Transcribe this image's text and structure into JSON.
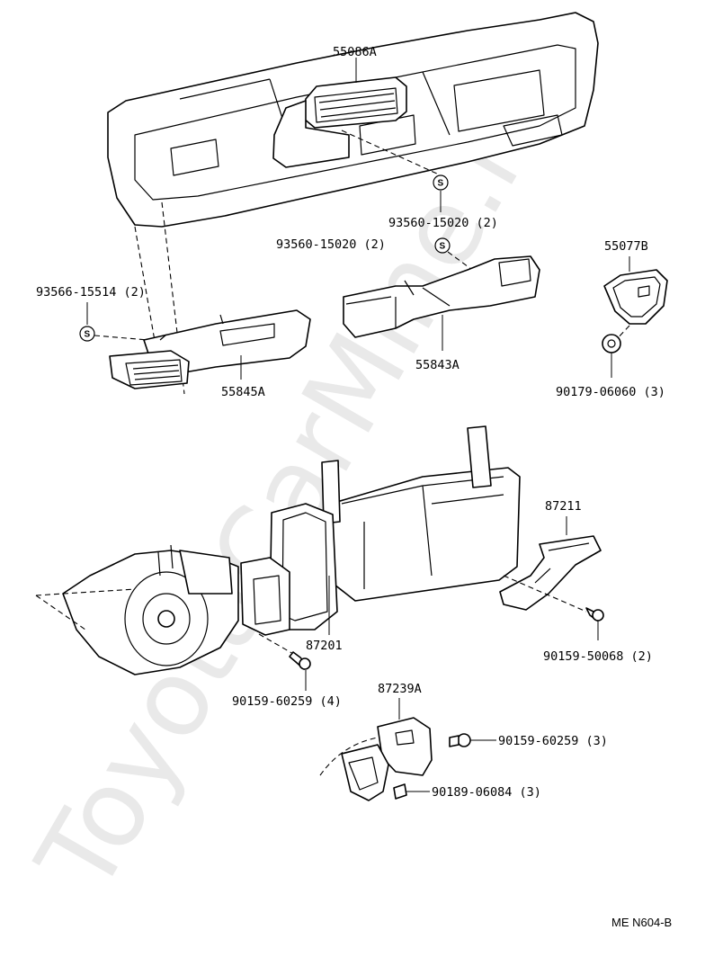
{
  "watermark": "ToyotaCarMine.ru",
  "part_labels": {
    "dash_vent_center": "55086A",
    "clip_upper": "93560-15020 (2)",
    "clip_lower": "93560-15020 (2)",
    "clip_left": "93566-15514 (2)",
    "left_duct": "55845A",
    "center_duct": "55843A",
    "side_vent": "55077B",
    "side_vent_nut": "90179-06060 (3)",
    "right_duct": "87211",
    "right_screw": "90159-50068 (2)",
    "heater_unit": "87201",
    "unit_screw": "90159-60259 (4)",
    "cover": "87239A",
    "cover_screw": "90159-60259 (3)",
    "cover_clip": "90189-06084 (3)"
  },
  "symbol_letter": "S",
  "footer_code": "ME N604-B"
}
